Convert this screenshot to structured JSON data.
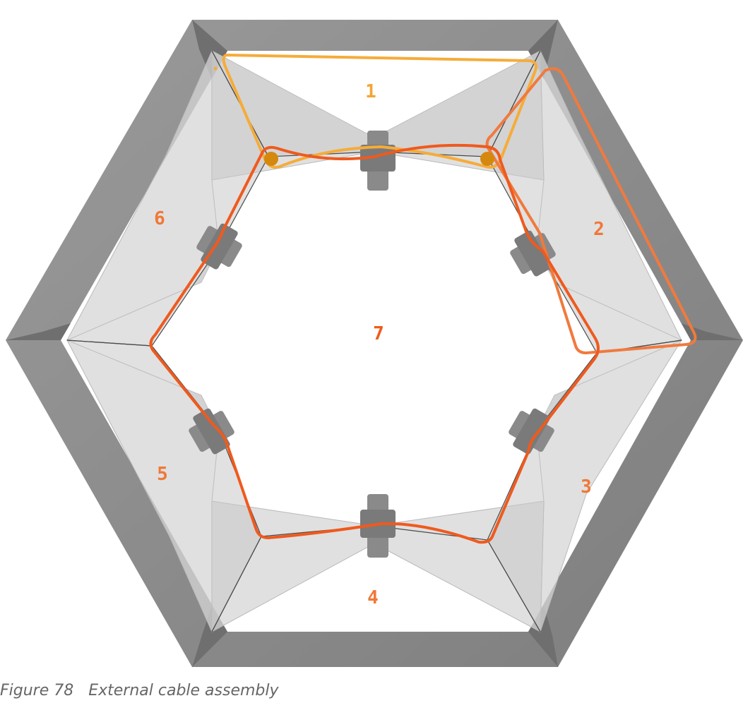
{
  "caption": "Figure 78   External cable assembly",
  "zones": [
    {
      "id": "1",
      "label": "1",
      "color": "#f2a535"
    },
    {
      "id": "2",
      "label": "2",
      "color": "#f07838"
    },
    {
      "id": "3",
      "label": "3",
      "color": "#f07838"
    },
    {
      "id": "4",
      "label": "4",
      "color": "#f07838"
    },
    {
      "id": "5",
      "label": "5",
      "color": "#f07838"
    },
    {
      "id": "6",
      "label": "6",
      "color": "#f07838"
    },
    {
      "id": "7",
      "label": "7",
      "color": "#f05a1a"
    }
  ],
  "colors": {
    "frame": "#8d8d8d",
    "membrane": "#d6d6d6",
    "cable_1": "#f5ac3a",
    "cable_2": "#f07a3e",
    "cable_7": "#ef5a1e",
    "anchor": "#d4880e"
  }
}
